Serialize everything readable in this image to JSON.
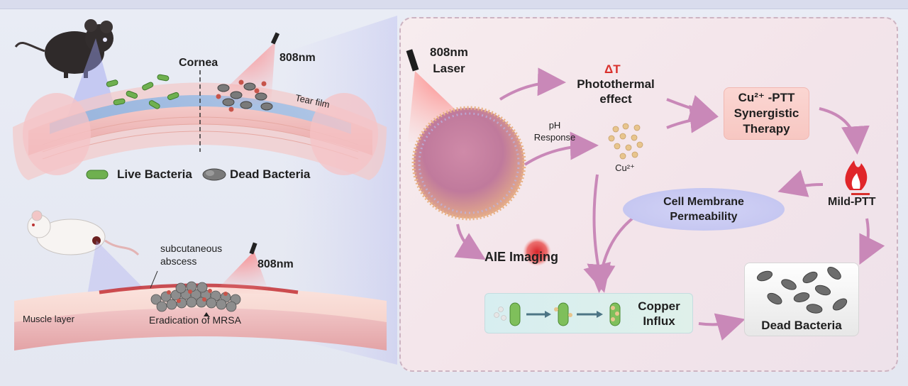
{
  "left": {
    "cornea": "Cornea",
    "laser_top": "808nm",
    "tear_film": "Tear film",
    "legend_live": "Live Bacteria",
    "legend_dead": "Dead Bacteria",
    "subcutaneous": "subcutaneous",
    "abscess": "abscess",
    "laser_bottom": "808nm",
    "muscle_layer": "Muscle layer",
    "eradication": "Eradication of MRSA"
  },
  "right": {
    "laser_line1": "808nm",
    "laser_line2": "Laser",
    "delta_t": "ΔT",
    "photothermal_1": "Photothermal",
    "photothermal_2": "effect",
    "ph_1": "pH",
    "ph_2": "Response",
    "cu_label": "Cu²⁺",
    "synergy_1": "Cu²⁺ -PTT",
    "synergy_2": "Synergistic",
    "synergy_3": "Therapy",
    "mild_ptt": "Mild-PTT",
    "membrane_1": "Cell Membrane",
    "membrane_2": "Permeability",
    "aie": "AIE Imaging",
    "influx_1": "Copper",
    "influx_2": "Influx",
    "dead_bacteria": "Dead Bacteria"
  },
  "colors": {
    "arrow": "#c988b8",
    "accent_red": "#d9302c",
    "panel_bg": "#f5e8ec",
    "live_bacteria": "#6fb04f",
    "dead_bacteria": "#6d6d6d"
  }
}
